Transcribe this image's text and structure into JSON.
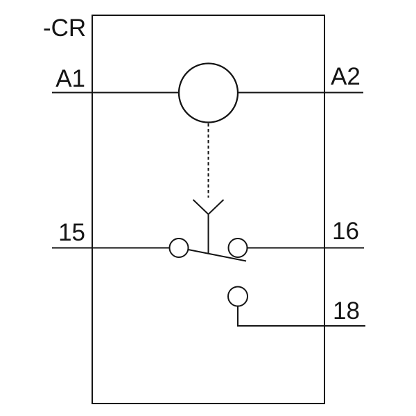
{
  "diagram": {
    "device_label": "-CR",
    "terminals": {
      "a1": "A1",
      "a2": "A2",
      "t15": "15",
      "t16": "16",
      "t18": "18"
    },
    "symbols": {
      "coil": "coil-circle",
      "link": "dashed-mechanical-link",
      "fork": "actuator-fork-arrow",
      "contact": "changeover-contact-blade"
    },
    "colors": {
      "background": "#ffffff",
      "line": "#141414",
      "text": "#141414"
    }
  }
}
